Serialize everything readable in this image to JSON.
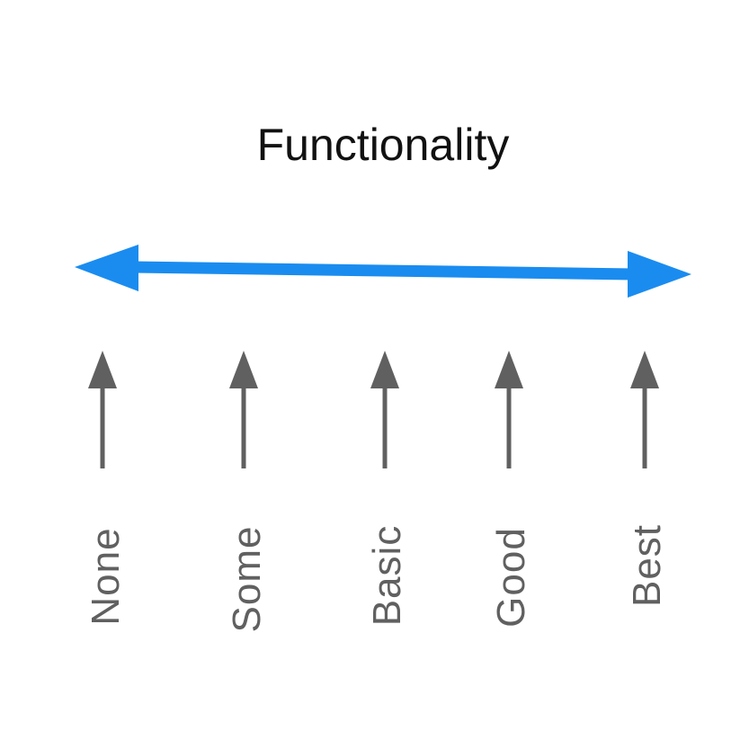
{
  "diagram": {
    "title": "Functionality",
    "colors": {
      "main_arrow": "#1a8cf0",
      "marker": "#606060",
      "background": "#ffffff"
    },
    "main_arrow": {
      "direction": "bidirectional",
      "icon": "double-headed-arrow-icon"
    },
    "levels": [
      {
        "label": "None",
        "icon": "up-arrow-icon"
      },
      {
        "label": "Some",
        "icon": "up-arrow-icon"
      },
      {
        "label": "Basic",
        "icon": "up-arrow-icon"
      },
      {
        "label": "Good",
        "icon": "up-arrow-icon"
      },
      {
        "label": "Best",
        "icon": "up-arrow-icon"
      }
    ]
  }
}
